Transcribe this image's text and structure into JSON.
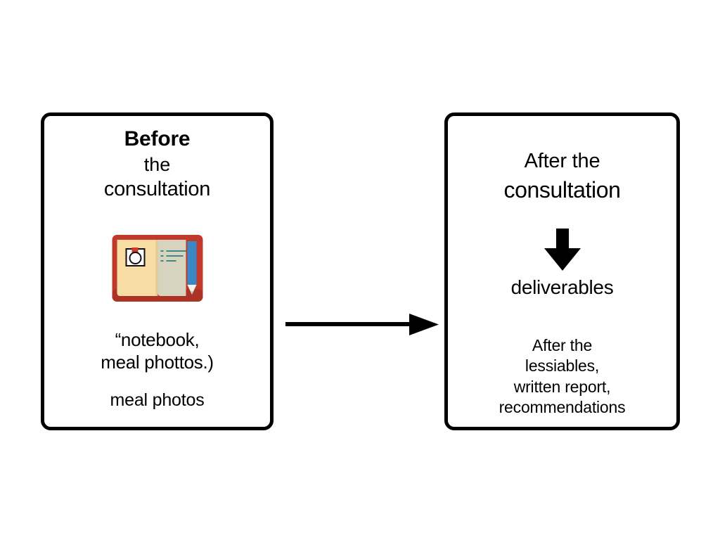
{
  "page": {
    "background_color": "#ffffff",
    "ink_color": "#000000"
  },
  "cards": {
    "before": {
      "name": "before-the-consultation-card",
      "title_line_1": "Before",
      "title_line_2": "the",
      "title_line_3": "consultation",
      "icon_name": "open-notebook-icon",
      "quote_text": "“notebook,\nmeal phottos.)",
      "caption_text": "meal photos",
      "border_color": "#000000"
    },
    "after": {
      "name": "after-the-consultation-card",
      "title_line_1": "After the",
      "title_line_2": "consultation",
      "arrow_icon_name": "down-arrow-icon",
      "deliverables_label": "deliverables",
      "list_text": "After the\nlessiables,\nwritten report,\nrecommendations",
      "border_color": "#000000"
    }
  },
  "connector": {
    "name": "right-arrow-connector",
    "direction": "right",
    "color": "#000000"
  },
  "notebook_icon_colors": {
    "cover": "#c0392b",
    "cover_shadow": "#a5332a",
    "left_page": "#f7dca4",
    "right_page": "#d6d3be",
    "rule_lines": "#3e8a86",
    "pencil_body": "#3b87c4",
    "pencil_tip": "#ffffff",
    "photo_frame": "#ffffff",
    "photo_frame_border": "#111111",
    "photo_clip": "#d03a2b"
  }
}
